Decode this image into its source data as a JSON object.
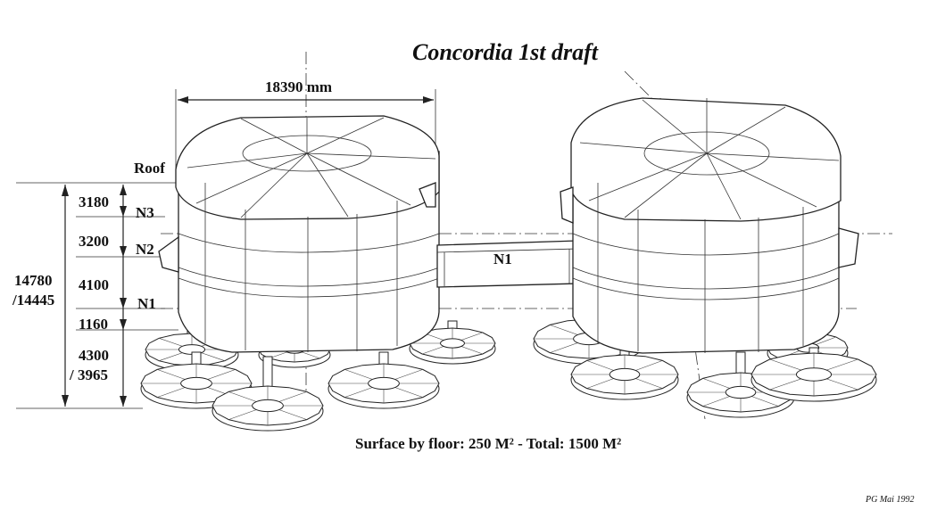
{
  "title": "Concordia 1st draft",
  "width_label": "18390 mm",
  "levels": {
    "roof": "Roof",
    "n3": "N3",
    "n2": "N2",
    "n1": "N1",
    "corridor": "N1"
  },
  "dimensions": {
    "total_top": "14780",
    "total_bottom": "/14445",
    "d1": "3180",
    "d2": "3200",
    "d3": "4100",
    "d4": "1160",
    "d5_top": "4300",
    "d5_bottom": "/ 3965"
  },
  "caption": "Surface by floor: 250 M² - Total: 1500 M²",
  "credit": "PG Mai 1992"
}
